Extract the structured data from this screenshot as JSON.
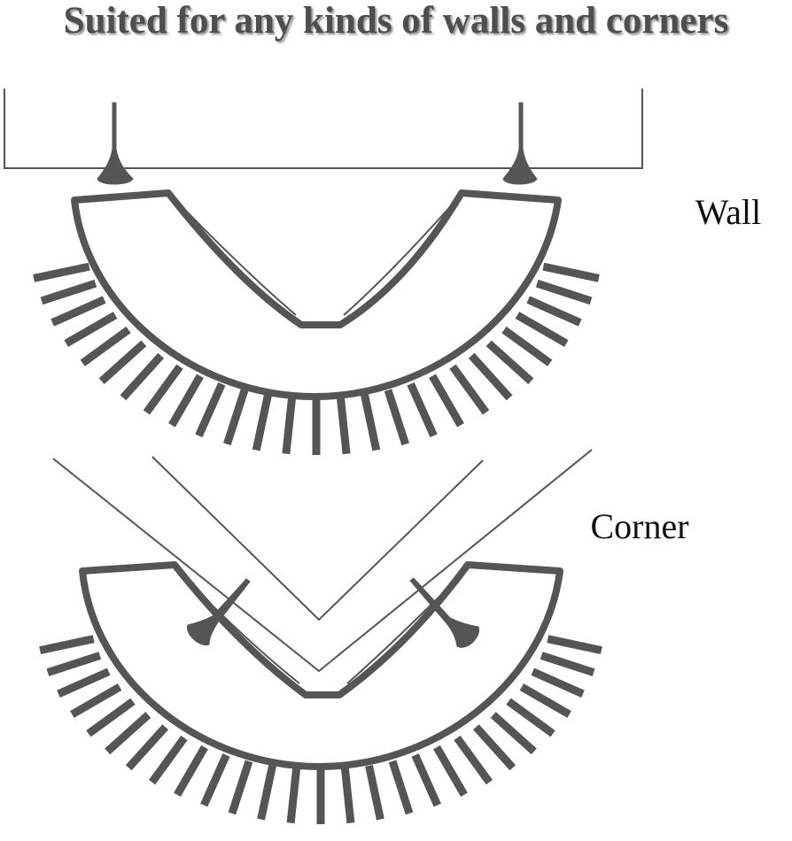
{
  "title": "Suited for any kinds of walls and corners",
  "labels": {
    "wall": "Wall",
    "corner": "Corner"
  },
  "colors": {
    "ink": "#555555",
    "title": "#4e4e4e",
    "background": "#ffffff"
  }
}
